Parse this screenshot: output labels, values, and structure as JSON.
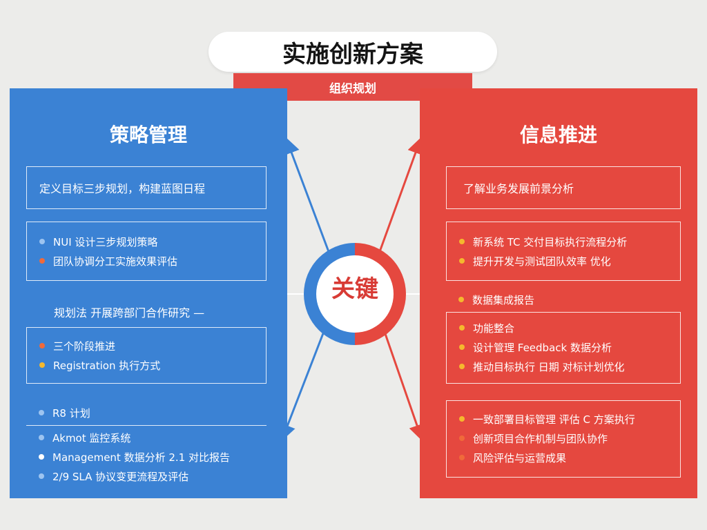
{
  "title": "实施创新方案",
  "subtitle": "组织规划",
  "center_label": "关键",
  "colors": {
    "blue_panel": "#3b82d4",
    "red_panel": "#e5483f",
    "red_band": "#e24a45",
    "dot_red": "#f06a3a",
    "dot_yellow": "#f5b82e",
    "dot_blue": "#9dc4f0"
  },
  "left_panel": {
    "heading": "策略管理",
    "box1_title": "定义目标三步规划，构建蓝图日程",
    "box2_items": [
      {
        "text": "NUI 设计三步规划策略",
        "dot": "dot_blue"
      },
      {
        "text": "团队协调分工实施效果评估",
        "dot": "dot_red"
      }
    ],
    "floating_line": "规划法 开展跨部门合作研究 —",
    "box3_items": [
      {
        "text": "三个阶段推进",
        "dot": "dot_red"
      },
      {
        "text": "Registration 执行方式",
        "dot": "dot_yellow"
      }
    ],
    "section_label": "R8 计划",
    "section_items": [
      {
        "text": "Akmot 监控系统",
        "dot": "dot_blue"
      },
      {
        "text": "Management 数据分析 2.1 对比报告",
        "dot": "dot_blue"
      },
      {
        "text": "2/9 SLA 协议变更流程及评估",
        "dot": "dot_blue"
      }
    ]
  },
  "right_panel": {
    "heading": "信息推进",
    "box1_title": "了解业务发展前景分析",
    "box2_items": [
      {
        "text": "新系统 TC 交付目标执行流程分析",
        "dot": "dot_yellow"
      },
      {
        "text": "提升开发与测试团队效率 优化",
        "dot": "dot_yellow"
      }
    ],
    "floating_line": "数据集成报告",
    "box3_items": [
      {
        "text": "功能整合",
        "dot": "dot_yellow"
      },
      {
        "text": "设计管理 Feedback 数据分析",
        "dot": "dot_yellow"
      },
      {
        "text": "推动目标执行 日期 对标计划优化",
        "dot": "dot_yellow"
      }
    ],
    "box4_items": [
      {
        "text": "一致部署目标管理 评估 C 方案执行",
        "dot": "dot_yellow"
      },
      {
        "text": "创新项目合作机制与团队协作",
        "dot": "dot_red"
      },
      {
        "text": "风险评估与运营成果",
        "dot": "dot_red"
      }
    ]
  }
}
